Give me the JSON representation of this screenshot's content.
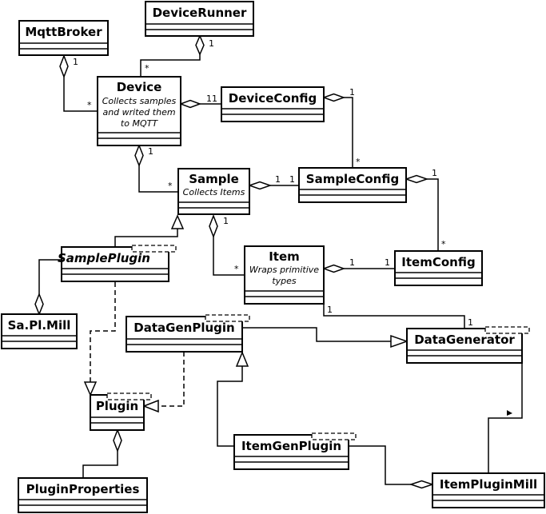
{
  "classes": {
    "mqttbroker": "MqttBroker",
    "devicerunner": "DeviceRunner",
    "device": "Device",
    "device_desc": [
      "Collects samples",
      "and writed them",
      "to MQTT"
    ],
    "deviceconfig": "DeviceConfig",
    "sample": "Sample",
    "sample_desc": [
      "Collects Items"
    ],
    "sampleconfig": "SampleConfig",
    "sampleplugin": "SamplePlugin",
    "item": "Item",
    "item_desc": [
      "Wraps primitive",
      "types"
    ],
    "itemconfig": "ItemConfig",
    "sapimill": "Sa.Pl.Mill",
    "datagenplugin": "DataGenPlugin",
    "datagenerator": "DataGenerator",
    "plugin": "Plugin",
    "itemgenplugin": "ItemGenPlugin",
    "pluginproperties": "PluginProperties",
    "itempluginmill": "ItemPluginMill"
  },
  "multiplicities": {
    "runner_device_one": "1",
    "runner_device_many": "*",
    "broker_device_one": "1",
    "broker_device_many": "*",
    "device_config_one_a": "1",
    "device_config_one_b": "1",
    "device_sample_one": "1",
    "device_sample_many": "*",
    "deviceconfig_sampleconfig_one": "1",
    "deviceconfig_sampleconfig_many": "*",
    "sample_sampleconfig_one_a": "1",
    "sample_sampleconfig_one_b": "1",
    "sampleconfig_itemconfig_one": "1",
    "sampleconfig_itemconfig_many": "*",
    "sample_item_one": "1",
    "sample_item_many": "*",
    "item_itemconfig_one_a": "1",
    "item_itemconfig_one_b": "1",
    "item_datagenerator_one_a": "1",
    "item_datagenerator_one_b": "1"
  }
}
